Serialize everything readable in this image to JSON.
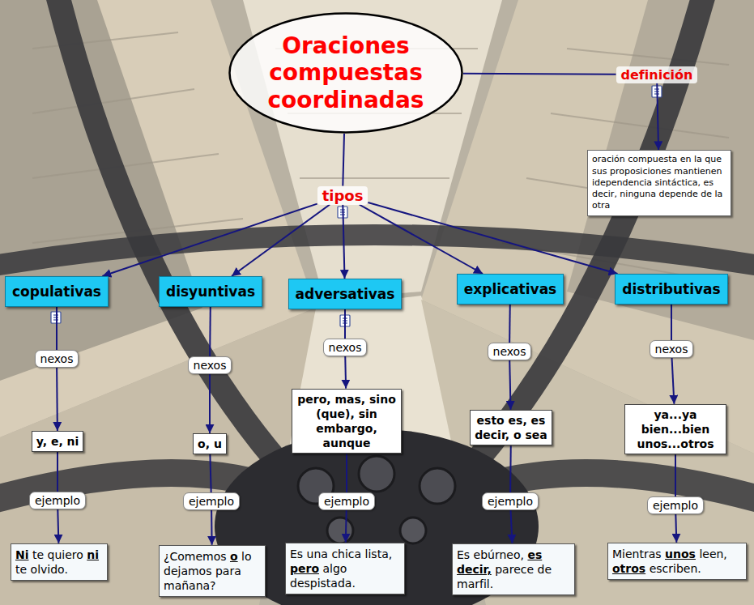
{
  "diagram": {
    "nodes": [
      {
        "text": [
          "Oraciones compuestas coordinadas"
        ]
      },
      {
        "text": [
          "definición"
        ]
      },
      {
        "text": [
          "oración compuesta en la que sus proposiciones mantienen idependencia sintáctica, es decir, ninguna depende de la otra"
        ]
      },
      {
        "text": [
          "tipos"
        ]
      },
      {
        "text": [
          "copulativas"
        ]
      },
      {
        "text": [
          "disyuntivas"
        ]
      },
      {
        "text": [
          "adversativas"
        ]
      },
      {
        "text": [
          "explicativas"
        ]
      },
      {
        "text": [
          "distributivas"
        ]
      },
      {
        "text": [
          "nexos"
        ]
      },
      {
        "text": [
          "nexos"
        ]
      },
      {
        "text": [
          "nexos"
        ]
      },
      {
        "text": [
          "nexos"
        ]
      },
      {
        "text": [
          "nexos"
        ]
      },
      {
        "text": [
          "y, e, ni"
        ]
      },
      {
        "text": [
          "o, u"
        ]
      },
      {
        "text": [
          "pero, mas, sino (que), sin embargo, aunque"
        ]
      },
      {
        "text": [
          "esto es, es decir, o sea"
        ]
      },
      {
        "text": [
          "ya...ya bien...bien unos...otros"
        ]
      },
      {
        "text": [
          "ejemplo"
        ]
      },
      {
        "text": [
          "ejemplo"
        ]
      },
      {
        "text": [
          "ejemplo"
        ]
      },
      {
        "text": [
          "ejemplo"
        ]
      },
      {
        "text": [
          "ejemplo"
        ]
      },
      {
        "text": [
          "Ni te quiero ni te olvido."
        ]
      },
      {
        "text": [
          "¿Comemos o lo dejamos para mañana?"
        ]
      },
      {
        "text": [
          "Es una chica lista, pero algo despistada."
        ]
      },
      {
        "text": [
          "Es ebúrneo, es decir, parece de marfil."
        ]
      },
      {
        "text": [
          "Mientras unos leen, otros escriben."
        ]
      }
    ],
    "edges": [
      {
        "from": 0,
        "to": 1,
        "arrow": "none"
      },
      {
        "from": 1,
        "to": 2,
        "arrow": "to"
      },
      {
        "from": 0,
        "to": 3,
        "arrow": "none"
      },
      {
        "from": 3,
        "to": 4,
        "arrow": "to"
      },
      {
        "from": 3,
        "to": 5,
        "arrow": "to"
      },
      {
        "from": 3,
        "to": 6,
        "arrow": "to"
      },
      {
        "from": 3,
        "to": 7,
        "arrow": "to"
      },
      {
        "from": 3,
        "to": 8,
        "arrow": "to"
      },
      {
        "from": 4,
        "to": 9,
        "arrow": "none"
      },
      {
        "from": 9,
        "to": 14,
        "arrow": "to"
      },
      {
        "from": 14,
        "to": 19,
        "arrow": "none"
      },
      {
        "from": 19,
        "to": 24,
        "arrow": "to"
      },
      {
        "from": 5,
        "to": 10,
        "arrow": "none"
      },
      {
        "from": 10,
        "to": 15,
        "arrow": "to"
      },
      {
        "from": 15,
        "to": 20,
        "arrow": "none"
      },
      {
        "from": 20,
        "to": 25,
        "arrow": "to"
      },
      {
        "from": 6,
        "to": 11,
        "arrow": "none"
      },
      {
        "from": 11,
        "to": 16,
        "arrow": "to"
      },
      {
        "from": 16,
        "to": 21,
        "arrow": "none"
      },
      {
        "from": 21,
        "to": 26,
        "arrow": "to"
      },
      {
        "from": 7,
        "to": 12,
        "arrow": "none"
      },
      {
        "from": 12,
        "to": 17,
        "arrow": "to"
      },
      {
        "from": 17,
        "to": 22,
        "arrow": "none"
      },
      {
        "from": 22,
        "to": 27,
        "arrow": "to"
      },
      {
        "from": 8,
        "to": 13,
        "arrow": "none"
      },
      {
        "from": 13,
        "to": 18,
        "arrow": "to"
      },
      {
        "from": 18,
        "to": 23,
        "arrow": "none"
      },
      {
        "from": 23,
        "to": 28,
        "arrow": "to"
      }
    ]
  }
}
